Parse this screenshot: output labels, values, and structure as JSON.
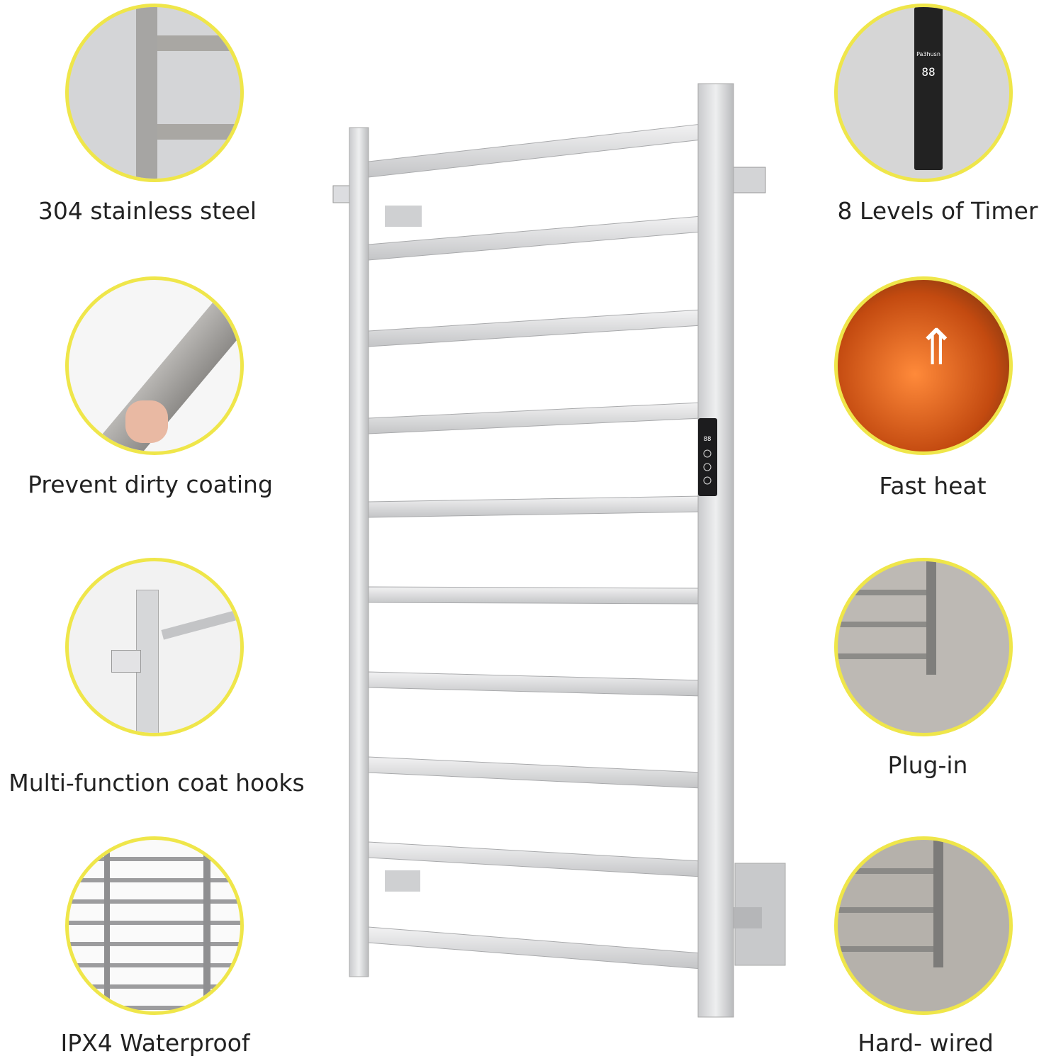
{
  "features_left": [
    {
      "label": "304 stainless steel",
      "icon": "steel-frame-closeup"
    },
    {
      "label": "Prevent dirty coating",
      "icon": "finger-touch-bar"
    },
    {
      "label": "Multi-function coat hooks",
      "icon": "coat-hook-closeup"
    },
    {
      "label": "IPX4 Waterproof",
      "icon": "water-droplets-rack"
    }
  ],
  "features_right": [
    {
      "label": "8 Levels of Timer",
      "icon": "control-panel-closeup"
    },
    {
      "label": "Fast heat",
      "icon": "heat-arrows"
    },
    {
      "label": "Plug-in",
      "icon": "plug-in-wiring"
    },
    {
      "label": "Hard- wired",
      "icon": "hard-wired-mount"
    }
  ],
  "control_panel": {
    "brand": "Pa3husn",
    "display": "88",
    "buttons": [
      "timer-icon",
      "temperature-icon",
      "power-icon"
    ]
  },
  "colors": {
    "circle_border": "#efe64a",
    "steel": "#d9dadc",
    "heat": "#e8641c"
  }
}
